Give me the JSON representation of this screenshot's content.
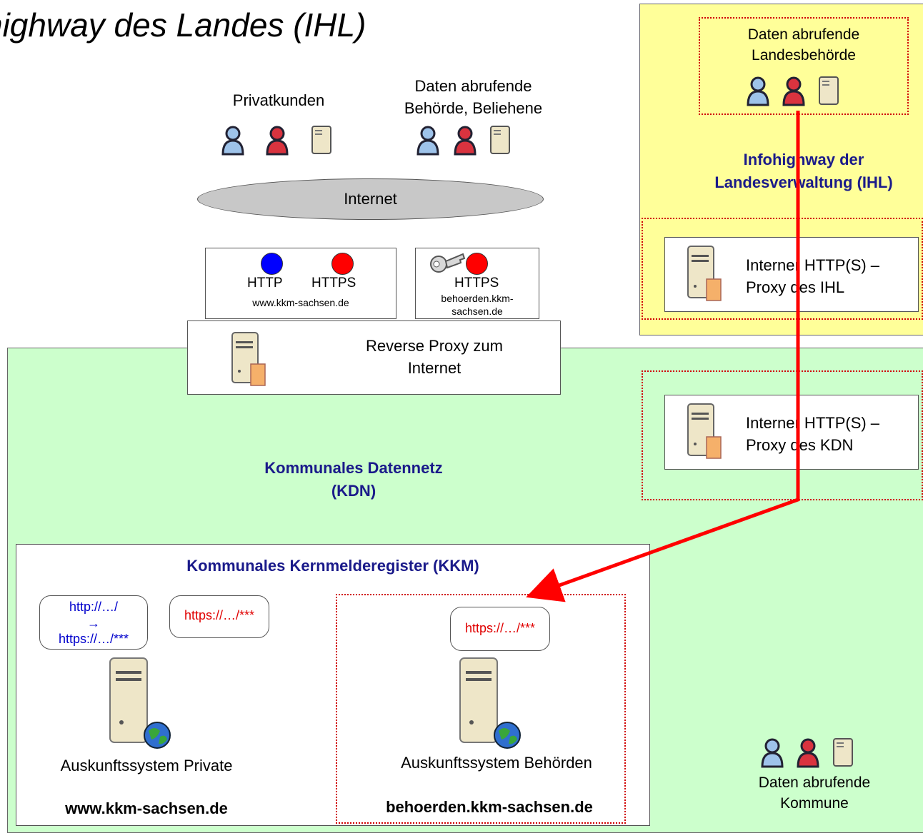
{
  "title": "nighway des Landes (IHL)",
  "top": {
    "privatkunden": "Privatkunden",
    "behoerde_line1": "Daten abrufende",
    "behoerde_line2": "Behörde, Beliehene",
    "internet": "Internet"
  },
  "http_box": {
    "http": "HTTP",
    "https": "HTTPS",
    "domain": "www.kkm-sachsen.de"
  },
  "https_box": {
    "https": "HTTPS",
    "domain_line1": "behoerden.kkm-",
    "domain_line2": "sachsen.de"
  },
  "reverse_proxy": {
    "line1": "Reverse Proxy zum",
    "line2": "Internet"
  },
  "ihl": {
    "behoerde_line1": "Daten abrufende",
    "behoerde_line2": "Landesbehörde",
    "zone_line1": "Infohighway der",
    "zone_line2": "Landesverwaltung (IHL)",
    "proxy_line1": "Interner HTTP(S) –",
    "proxy_line2": "Proxy des IHL"
  },
  "kdn": {
    "proxy_line1": "Interner HTTP(S) –",
    "proxy_line2": "Proxy des KDN",
    "zone_line1": "Kommunales Datennetz",
    "zone_line2": "(KDN)"
  },
  "kkm": {
    "title": "Kommunales Kernmelderegister (KKM)",
    "bubble1_line1": "http://…/",
    "bubble1_arrow": "→",
    "bubble1_line2": "https://…/***",
    "bubble2": "https://…/***",
    "bubble3": "https://…/***",
    "private_label": "Auskunftssystem Private",
    "private_url": "www.kkm-sachsen.de",
    "behoerden_label": "Auskunftssystem Behörden",
    "behoerden_url": "behoerden.kkm-sachsen.de"
  },
  "kommune": {
    "line1": "Daten abrufende",
    "line2": "Kommune"
  },
  "colors": {
    "ihl_zone": "#ffff99",
    "kdn_zone": "#ccffcc",
    "arrow": "#ff0000",
    "dot_blue": "#0000ff",
    "dot_red": "#ff0000",
    "zone_label": "#1a1a8a"
  }
}
